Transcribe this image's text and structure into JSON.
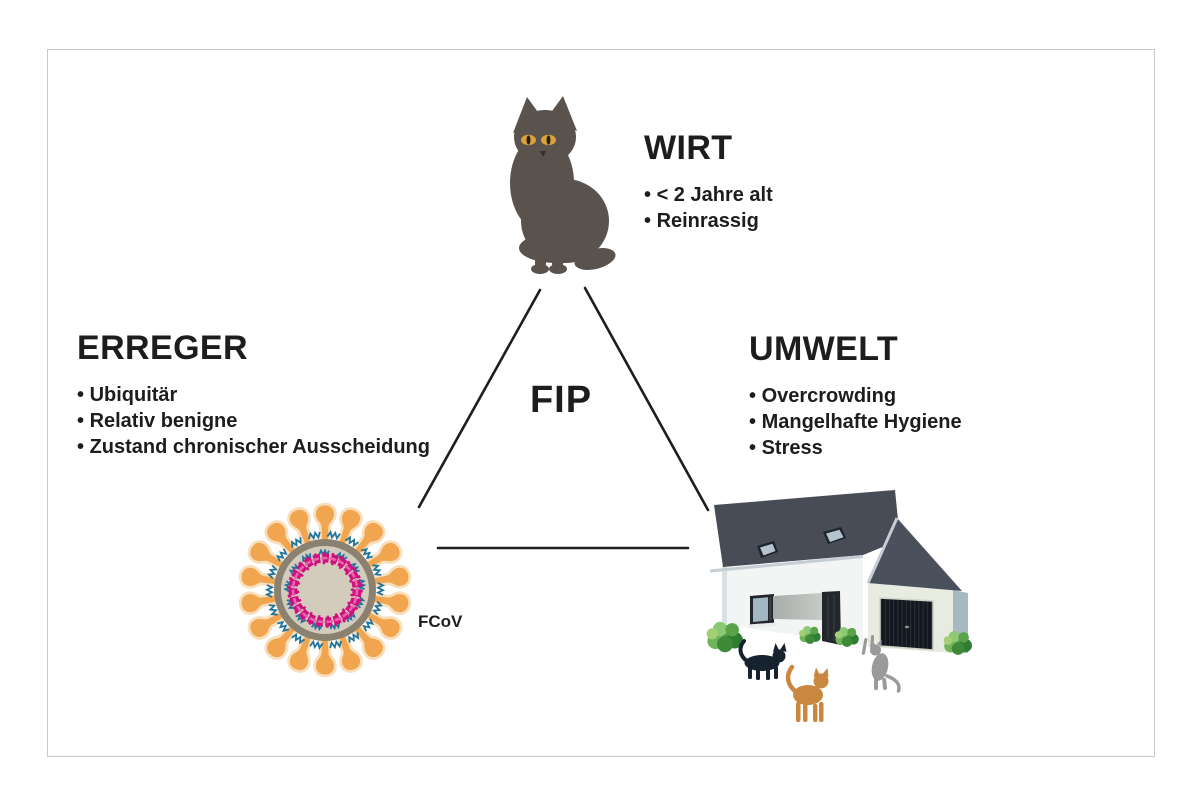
{
  "frame": {
    "background": "#ffffff",
    "border_color": "#c8c8c8"
  },
  "diagram": {
    "center_label": "FIP",
    "host": {
      "title": "WIRT",
      "items": [
        "< 2 Jahre alt",
        "Reinrassig"
      ]
    },
    "pathogen": {
      "title": "ERREGER",
      "items": [
        "Ubiquitär",
        "Relativ benigne",
        "Zustand chronischer Ausscheidung"
      ]
    },
    "environment": {
      "title": "UMWELT",
      "items": [
        "Overcrowding",
        "Mangelhafte Hygiene",
        "Stress"
      ]
    },
    "virus_caption": "FCoV"
  },
  "illustrations": {
    "host_icon": "sitting-cat-silhouette",
    "pathogen_icon": "coronavirus-particle",
    "environment_icon": "house-with-three-cats"
  },
  "colors": {
    "text": "#1d1d1b",
    "triangle_line": "#1d1d1b",
    "cat_body": "#5a524d",
    "cat_eye": "#d8a33a",
    "virus_spike": "#f1a54f",
    "virus_spike_glow": "#f8debb",
    "virus_membrane": "#8b8171",
    "virus_core": "#d3ccbd",
    "virus_rna": "#cf1180",
    "virus_protein": "#20759e",
    "house_roof": "#474c57",
    "house_wall": "#f3f5f4",
    "house_trim": "#c5ced4",
    "garage_door": "#12181e",
    "bush_green": "#4e9a44",
    "cat_black": "#16232e",
    "cat_orange": "#c9873f",
    "cat_gray": "#9a9a9a"
  }
}
